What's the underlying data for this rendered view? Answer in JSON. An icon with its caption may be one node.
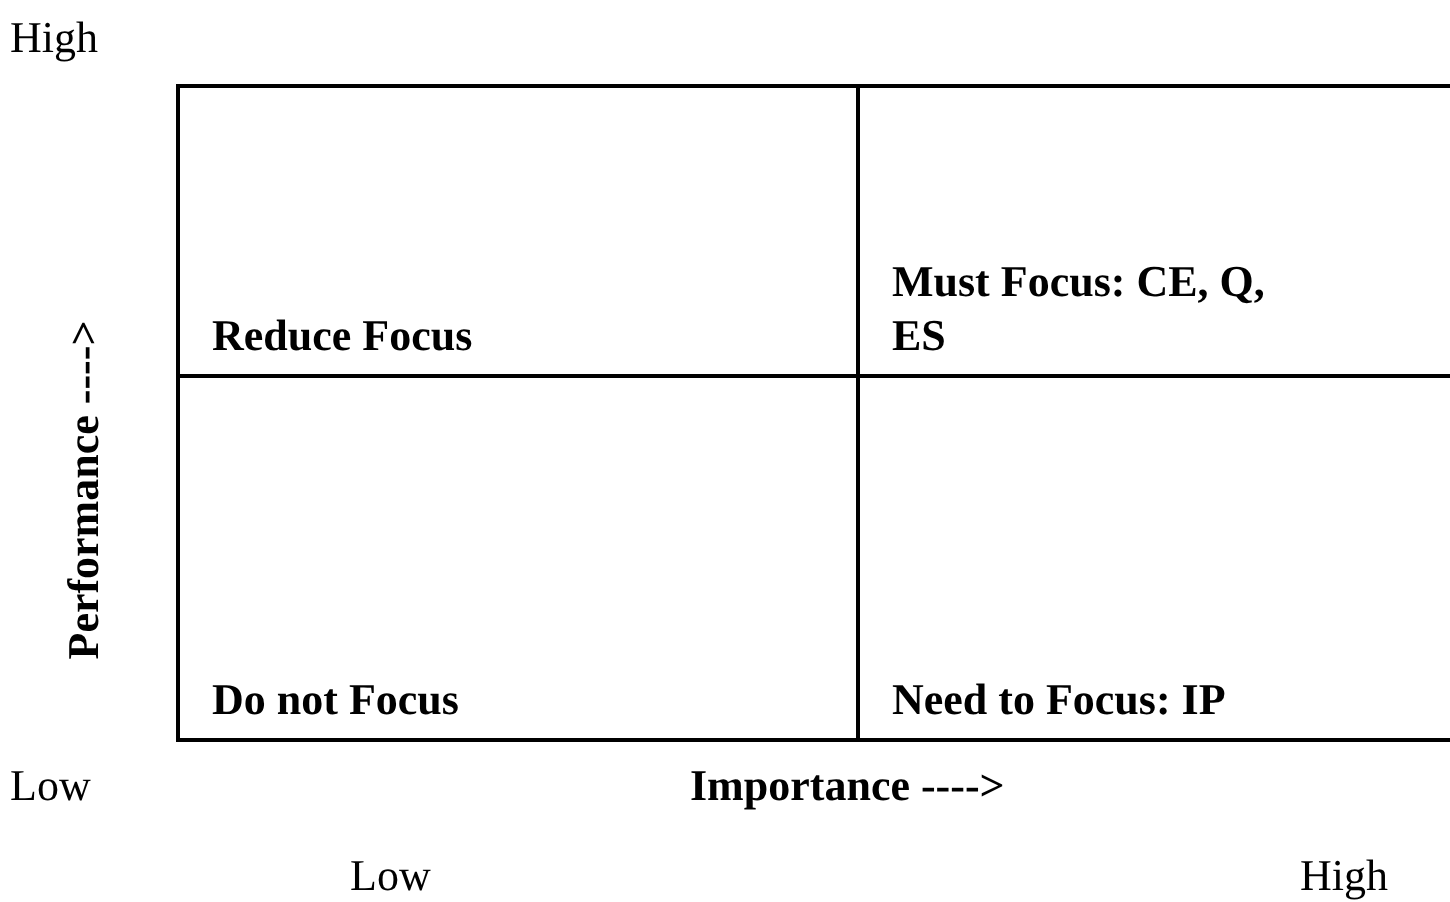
{
  "diagram": {
    "nodes": [
      {
        "text": [
          "Reduce Focus"
        ]
      },
      {
        "text": [
          "Must Focus: CE, Q, ES"
        ]
      },
      {
        "text": [
          "Do not Focus"
        ]
      },
      {
        "text": [
          "Need to Focus: IP"
        ]
      }
    ],
    "labels": [
      "High",
      "Performance ---->",
      "Low",
      "Importance ---->",
      "Low",
      "High"
    ]
  }
}
